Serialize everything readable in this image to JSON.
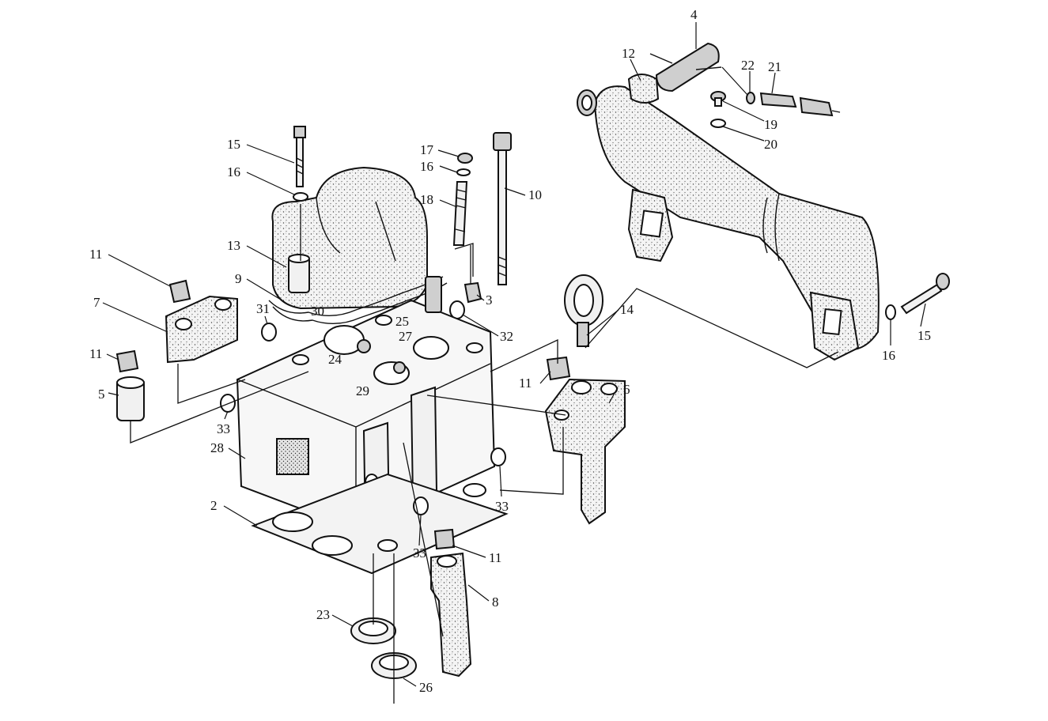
{
  "diagram": {
    "callouts": [
      {
        "id": "c4",
        "text": "4"
      },
      {
        "id": "c12",
        "text": "12"
      },
      {
        "id": "c22",
        "text": "22"
      },
      {
        "id": "c21",
        "text": "21"
      },
      {
        "id": "c19",
        "text": "19"
      },
      {
        "id": "c20",
        "text": "20"
      },
      {
        "id": "c15a",
        "text": "15"
      },
      {
        "id": "c16a",
        "text": "16"
      },
      {
        "id": "c17",
        "text": "17"
      },
      {
        "id": "c16b",
        "text": "16"
      },
      {
        "id": "c18",
        "text": "18"
      },
      {
        "id": "c10",
        "text": "10"
      },
      {
        "id": "c11a",
        "text": "11"
      },
      {
        "id": "c13",
        "text": "13"
      },
      {
        "id": "c9",
        "text": "9"
      },
      {
        "id": "c7",
        "text": "7"
      },
      {
        "id": "c31",
        "text": "31"
      },
      {
        "id": "c30",
        "text": "30"
      },
      {
        "id": "c25",
        "text": "25"
      },
      {
        "id": "c27",
        "text": "27"
      },
      {
        "id": "c3",
        "text": "3"
      },
      {
        "id": "c32",
        "text": "32"
      },
      {
        "id": "c14",
        "text": "14"
      },
      {
        "id": "c15b",
        "text": "15"
      },
      {
        "id": "c16c",
        "text": "16"
      },
      {
        "id": "c11b",
        "text": "11"
      },
      {
        "id": "c24",
        "text": "24"
      },
      {
        "id": "c29",
        "text": "29"
      },
      {
        "id": "c5",
        "text": "5"
      },
      {
        "id": "c11c",
        "text": "11"
      },
      {
        "id": "c6",
        "text": "6"
      },
      {
        "id": "c33a",
        "text": "33"
      },
      {
        "id": "c28",
        "text": "28"
      },
      {
        "id": "c33b",
        "text": "33"
      },
      {
        "id": "c2",
        "text": "2"
      },
      {
        "id": "c33c",
        "text": "33"
      },
      {
        "id": "c11d",
        "text": "11"
      },
      {
        "id": "c8",
        "text": "8"
      },
      {
        "id": "c23",
        "text": "23"
      },
      {
        "id": "c26",
        "text": "26"
      }
    ]
  }
}
